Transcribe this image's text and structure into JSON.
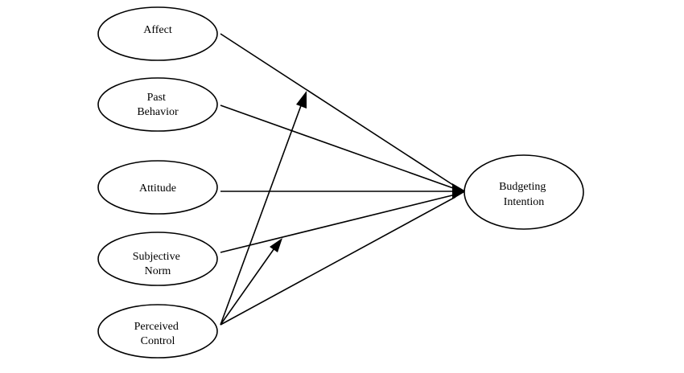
{
  "nodes": {
    "affect": {
      "lines": [
        "Affect"
      ]
    },
    "past_behavior": {
      "lines": [
        "Past",
        "Behavior"
      ]
    },
    "attitude": {
      "lines": [
        "Attitude"
      ]
    },
    "subjective_norm": {
      "lines": [
        "Subjective",
        "Norm"
      ]
    },
    "perceived_control": {
      "lines": [
        "Perceived",
        "Control"
      ]
    },
    "budgeting_intention": {
      "lines": [
        "Budgeting",
        "Intention"
      ]
    }
  },
  "edges": [
    {
      "from": "affect",
      "to": "budgeting_intention"
    },
    {
      "from": "past_behavior",
      "to": "budgeting_intention"
    },
    {
      "from": "attitude",
      "to": "budgeting_intention"
    },
    {
      "from": "subjective_norm",
      "to": "budgeting_intention"
    },
    {
      "from": "perceived_control",
      "to": "budgeting_intention"
    },
    {
      "from": "perceived_control",
      "to": "affect_to_intention_path"
    },
    {
      "from": "perceived_control",
      "to": "subjective_norm_to_intention_path"
    }
  ]
}
